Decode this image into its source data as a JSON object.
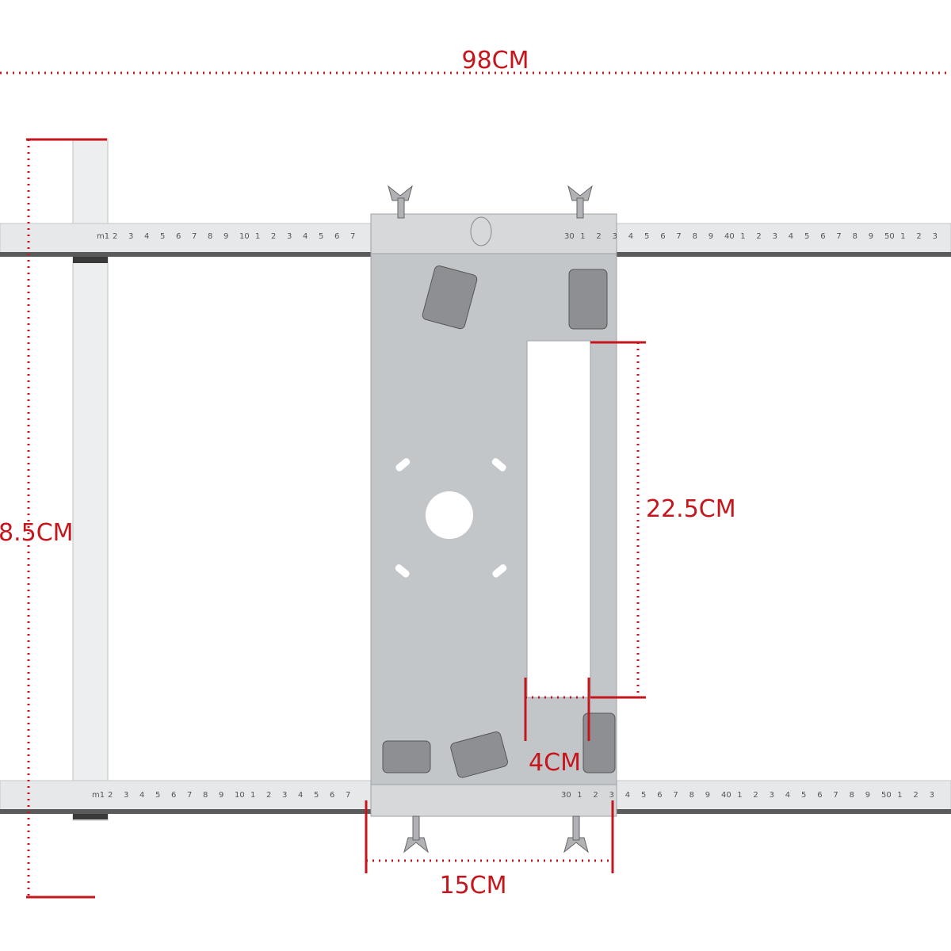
{
  "colors": {
    "dimension": "#c4161c",
    "metal": "#c9cccf",
    "rail": "#e4e6e8",
    "shadow": "#5a5a5a"
  },
  "dimensions": {
    "overall_width": "98CM",
    "rail_length": "8.5CM",
    "slot_length": "22.5CM",
    "slot_width": "4CM",
    "plate_width": "15CM"
  },
  "ruler": {
    "left_marks": [
      "m1",
      "2",
      "3",
      "4",
      "5",
      "6",
      "7",
      "8",
      "9",
      "10",
      "1",
      "2",
      "3",
      "4",
      "5",
      "6",
      "7"
    ],
    "right_marks": [
      "30",
      "1",
      "2",
      "3",
      "4",
      "5",
      "6",
      "7",
      "8",
      "9",
      "40",
      "1",
      "2",
      "3",
      "4",
      "5",
      "6",
      "7",
      "8",
      "9",
      "50",
      "1",
      "2",
      "3"
    ]
  }
}
